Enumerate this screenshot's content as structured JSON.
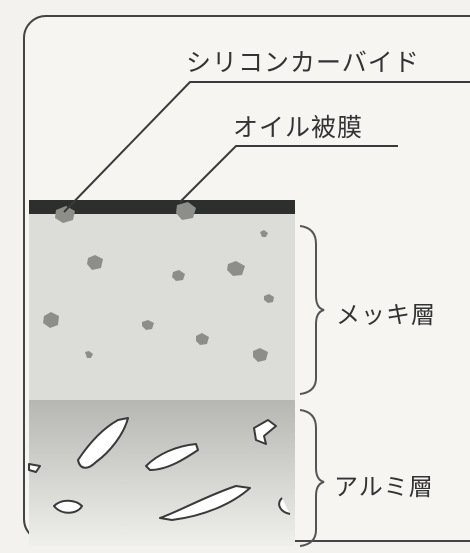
{
  "labels": {
    "silicon_carbide": "シリコンカーバイド",
    "oil_film": "オイル被膜",
    "plating_layer": "メッキ層",
    "aluminum_layer": "アルミ層"
  },
  "colors": {
    "background": "#f3f2ef",
    "frame": "#444444",
    "oil_film": "#2c2f2b",
    "plating_layer": "#dcdcd9",
    "particle": "#8d8e8a",
    "aluminum_top": "#b6b6b3",
    "aluminum_bottom": "#efefec",
    "aluminum_flake": "#ffffff"
  }
}
